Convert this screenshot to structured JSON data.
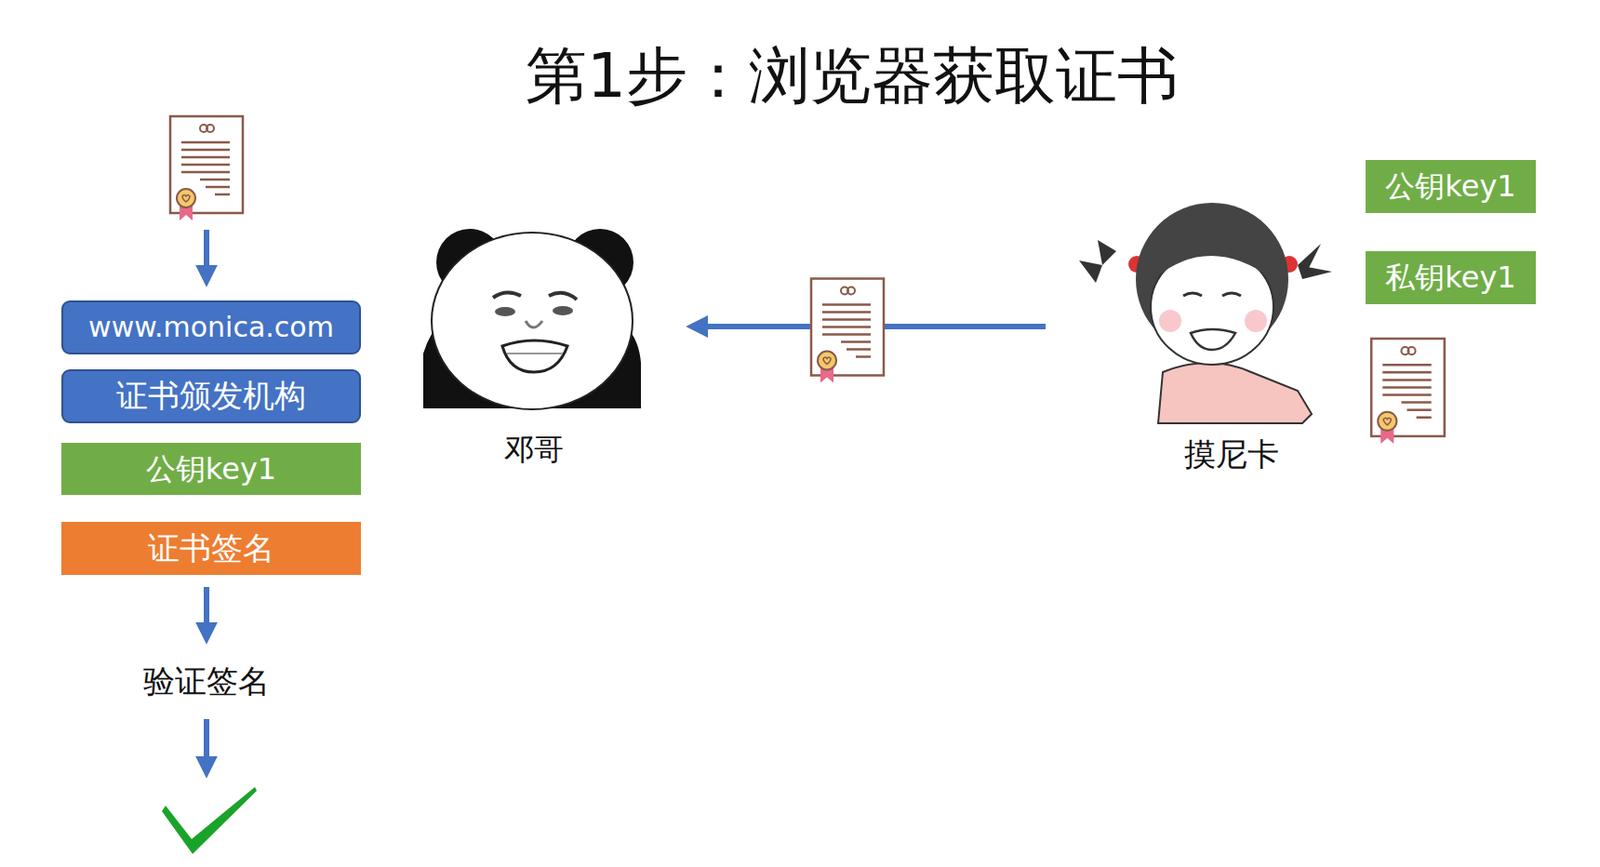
{
  "diagram": {
    "title": "第1步：浏览器获取证书",
    "nodes": [
      {
        "text": [
          "www.monica.com"
        ]
      },
      {
        "text": [
          "证书颁发机构"
        ]
      },
      {
        "text": [
          "公钥key1"
        ]
      },
      {
        "text": [
          "证书签名"
        ]
      },
      {
        "text": [
          "公钥key1"
        ]
      },
      {
        "text": [
          "私钥key1"
        ]
      }
    ],
    "labels": [
      "验证签名",
      "邓哥",
      "摸尼卡"
    ]
  }
}
